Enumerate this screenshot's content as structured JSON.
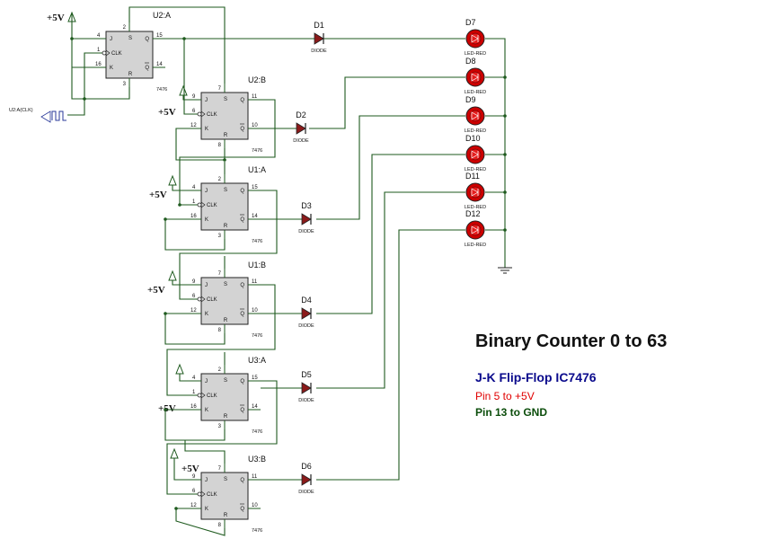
{
  "supply_label": "+5V",
  "clock_label": "U2:A(CLK)",
  "chip_type": "7476",
  "diode_type": "DIODE",
  "led_type": "LED-RED",
  "pin_names": {
    "j": "J",
    "k": "K",
    "clk": "CLK",
    "q": "Q",
    "qbar": "Q",
    "s": "S",
    "r": "R"
  },
  "stages": [
    {
      "name": "U2:A",
      "pins": {
        "j": "4",
        "clk": "1",
        "k": "16",
        "s": "2",
        "r": "3",
        "q": "15",
        "qbar": "14"
      }
    },
    {
      "name": "U2:B",
      "pins": {
        "j": "9",
        "clk": "6",
        "k": "12",
        "s": "7",
        "r": "8",
        "q": "11",
        "qbar": "10"
      }
    },
    {
      "name": "U1:A",
      "pins": {
        "j": "4",
        "clk": "1",
        "k": "16",
        "s": "2",
        "r": "3",
        "q": "15",
        "qbar": "14"
      }
    },
    {
      "name": "U1:B",
      "pins": {
        "j": "9",
        "clk": "6",
        "k": "12",
        "s": "7",
        "r": "8",
        "q": "11",
        "qbar": "10"
      }
    },
    {
      "name": "U3:A",
      "pins": {
        "j": "4",
        "clk": "1",
        "k": "16",
        "s": "2",
        "r": "3",
        "q": "15",
        "qbar": "14"
      }
    },
    {
      "name": "U3:B",
      "pins": {
        "j": "9",
        "clk": "6",
        "k": "12",
        "s": "7",
        "r": "8",
        "q": "11",
        "qbar": "10"
      }
    }
  ],
  "diodes": [
    "D1",
    "D2",
    "D3",
    "D4",
    "D5",
    "D6"
  ],
  "leds": [
    "D7",
    "D8",
    "D9",
    "D10",
    "D11",
    "D12"
  ],
  "captions": {
    "title": "Binary Counter 0 to 63",
    "subtitle": "J-K Flip-Flop IC7476",
    "note1": "Pin 5 to +5V",
    "note2": "Pin 13 to GND"
  },
  "colors": {
    "title": "#111111",
    "subtitle": "#0a0a8c",
    "note1": "#e00000",
    "note2": "#0b4d0b",
    "wire": "#1e5a1e",
    "led": "#cc0000"
  }
}
